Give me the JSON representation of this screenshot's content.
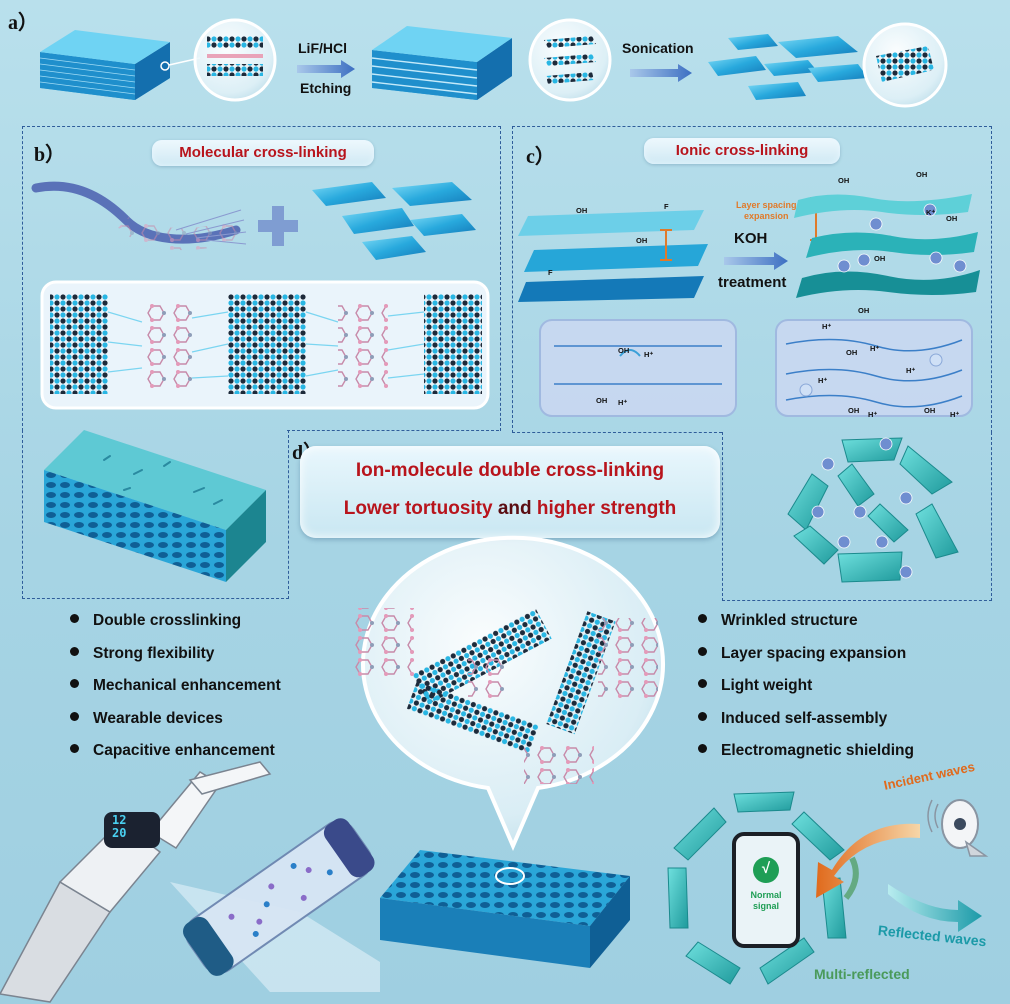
{
  "panels": {
    "a": {
      "letter": "a）",
      "step1": [
        "LiF/HCl",
        "Etching"
      ],
      "step2": "Sonication"
    },
    "b": {
      "letter": "b）",
      "title": "Molecular cross-linking"
    },
    "c": {
      "letter": "c）",
      "title": "Ionic cross-linking",
      "spacing_label": [
        "Layer spacing",
        "expansion"
      ],
      "arrow_label": [
        "KOH",
        "treatment"
      ],
      "groups": {
        "oh": "OH",
        "f": "F",
        "h": "H⁺",
        "k": "K⁺"
      }
    },
    "d": {
      "letter": "d）",
      "banner_line1_prefix": "Ion-molecule ",
      "banner_line1_emph": "double cross-linking",
      "banner_line2_prefix": "Lower tortuosity ",
      "banner_line2_mid": "and ",
      "banner_line2_emph": "higher strength"
    }
  },
  "left_bullets": [
    "Double crosslinking",
    "Strong flexibility",
    "Mechanical enhancement",
    "Wearable devices",
    "Capacitive enhancement"
  ],
  "right_bullets": [
    "Wrinkled structure",
    "Layer spacing expansion",
    "Light weight",
    "Induced self-assembly",
    "Electromagnetic shielding"
  ],
  "emi": {
    "incident": "Incident waves",
    "reflected": "Reflected waves",
    "multi": "Multi-reflected",
    "phone_check": "√",
    "phone_text": [
      "Normal",
      "signal"
    ]
  },
  "watch": {
    "time": [
      "12",
      "20"
    ]
  },
  "colors": {
    "accent_red": "#b8141c",
    "dashed": "#2f5d9a",
    "sheet": "#2cb0dc",
    "orange": "#e07a2a",
    "green": "#1e9e55"
  }
}
